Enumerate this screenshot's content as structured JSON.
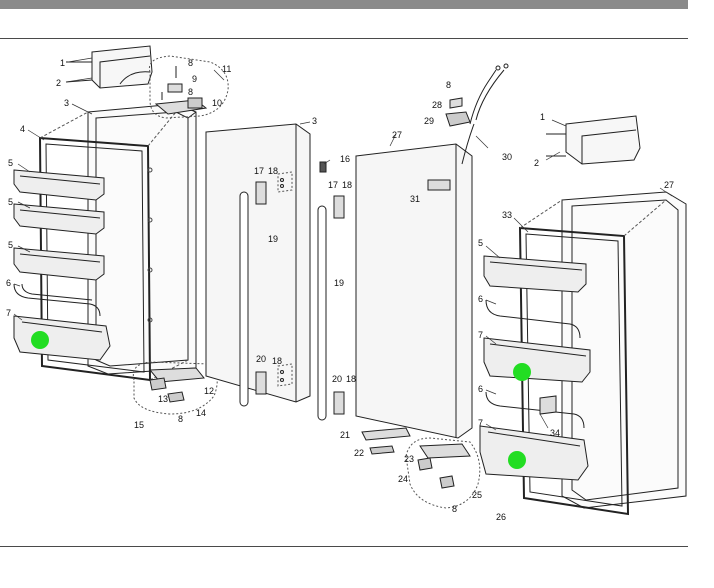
{
  "labels": {
    "l1a": "1",
    "l2a": "2",
    "l3a": "3",
    "l4": "4",
    "l5a": "5",
    "l5b": "5",
    "l5c": "5",
    "l6a": "6",
    "l7a": "7",
    "l8a": "8",
    "l9": "9",
    "l8b": "8",
    "l10": "10",
    "l11": "11",
    "l3b": "3",
    "l17a": "17",
    "l18a": "18",
    "l19a": "19",
    "l20a": "20",
    "l18b": "18",
    "l12": "12",
    "l13": "13",
    "l14": "14",
    "l8c": "8",
    "l15": "15",
    "l16": "16",
    "l17b": "17",
    "l18c": "18",
    "l19b": "19",
    "l20b": "20",
    "l18d": "18",
    "l27a": "27",
    "l31": "31",
    "l21": "21",
    "l22": "22",
    "l8d": "8",
    "l28": "28",
    "l29": "29",
    "l30": "30",
    "l23": "23",
    "l24": "24",
    "l25": "25",
    "l8e": "8",
    "l26": "26",
    "l1b": "1",
    "l2b": "2",
    "l27b": "27",
    "l33": "33",
    "l5d": "5",
    "l6b": "6",
    "l7b": "7",
    "l6c": "6",
    "l7c": "7",
    "l34": "34"
  },
  "colors": {
    "marker": "#22dd22",
    "line": "#222222",
    "panel_fill": "#f4f4f4",
    "shelf_fill": "#eeeeee"
  }
}
